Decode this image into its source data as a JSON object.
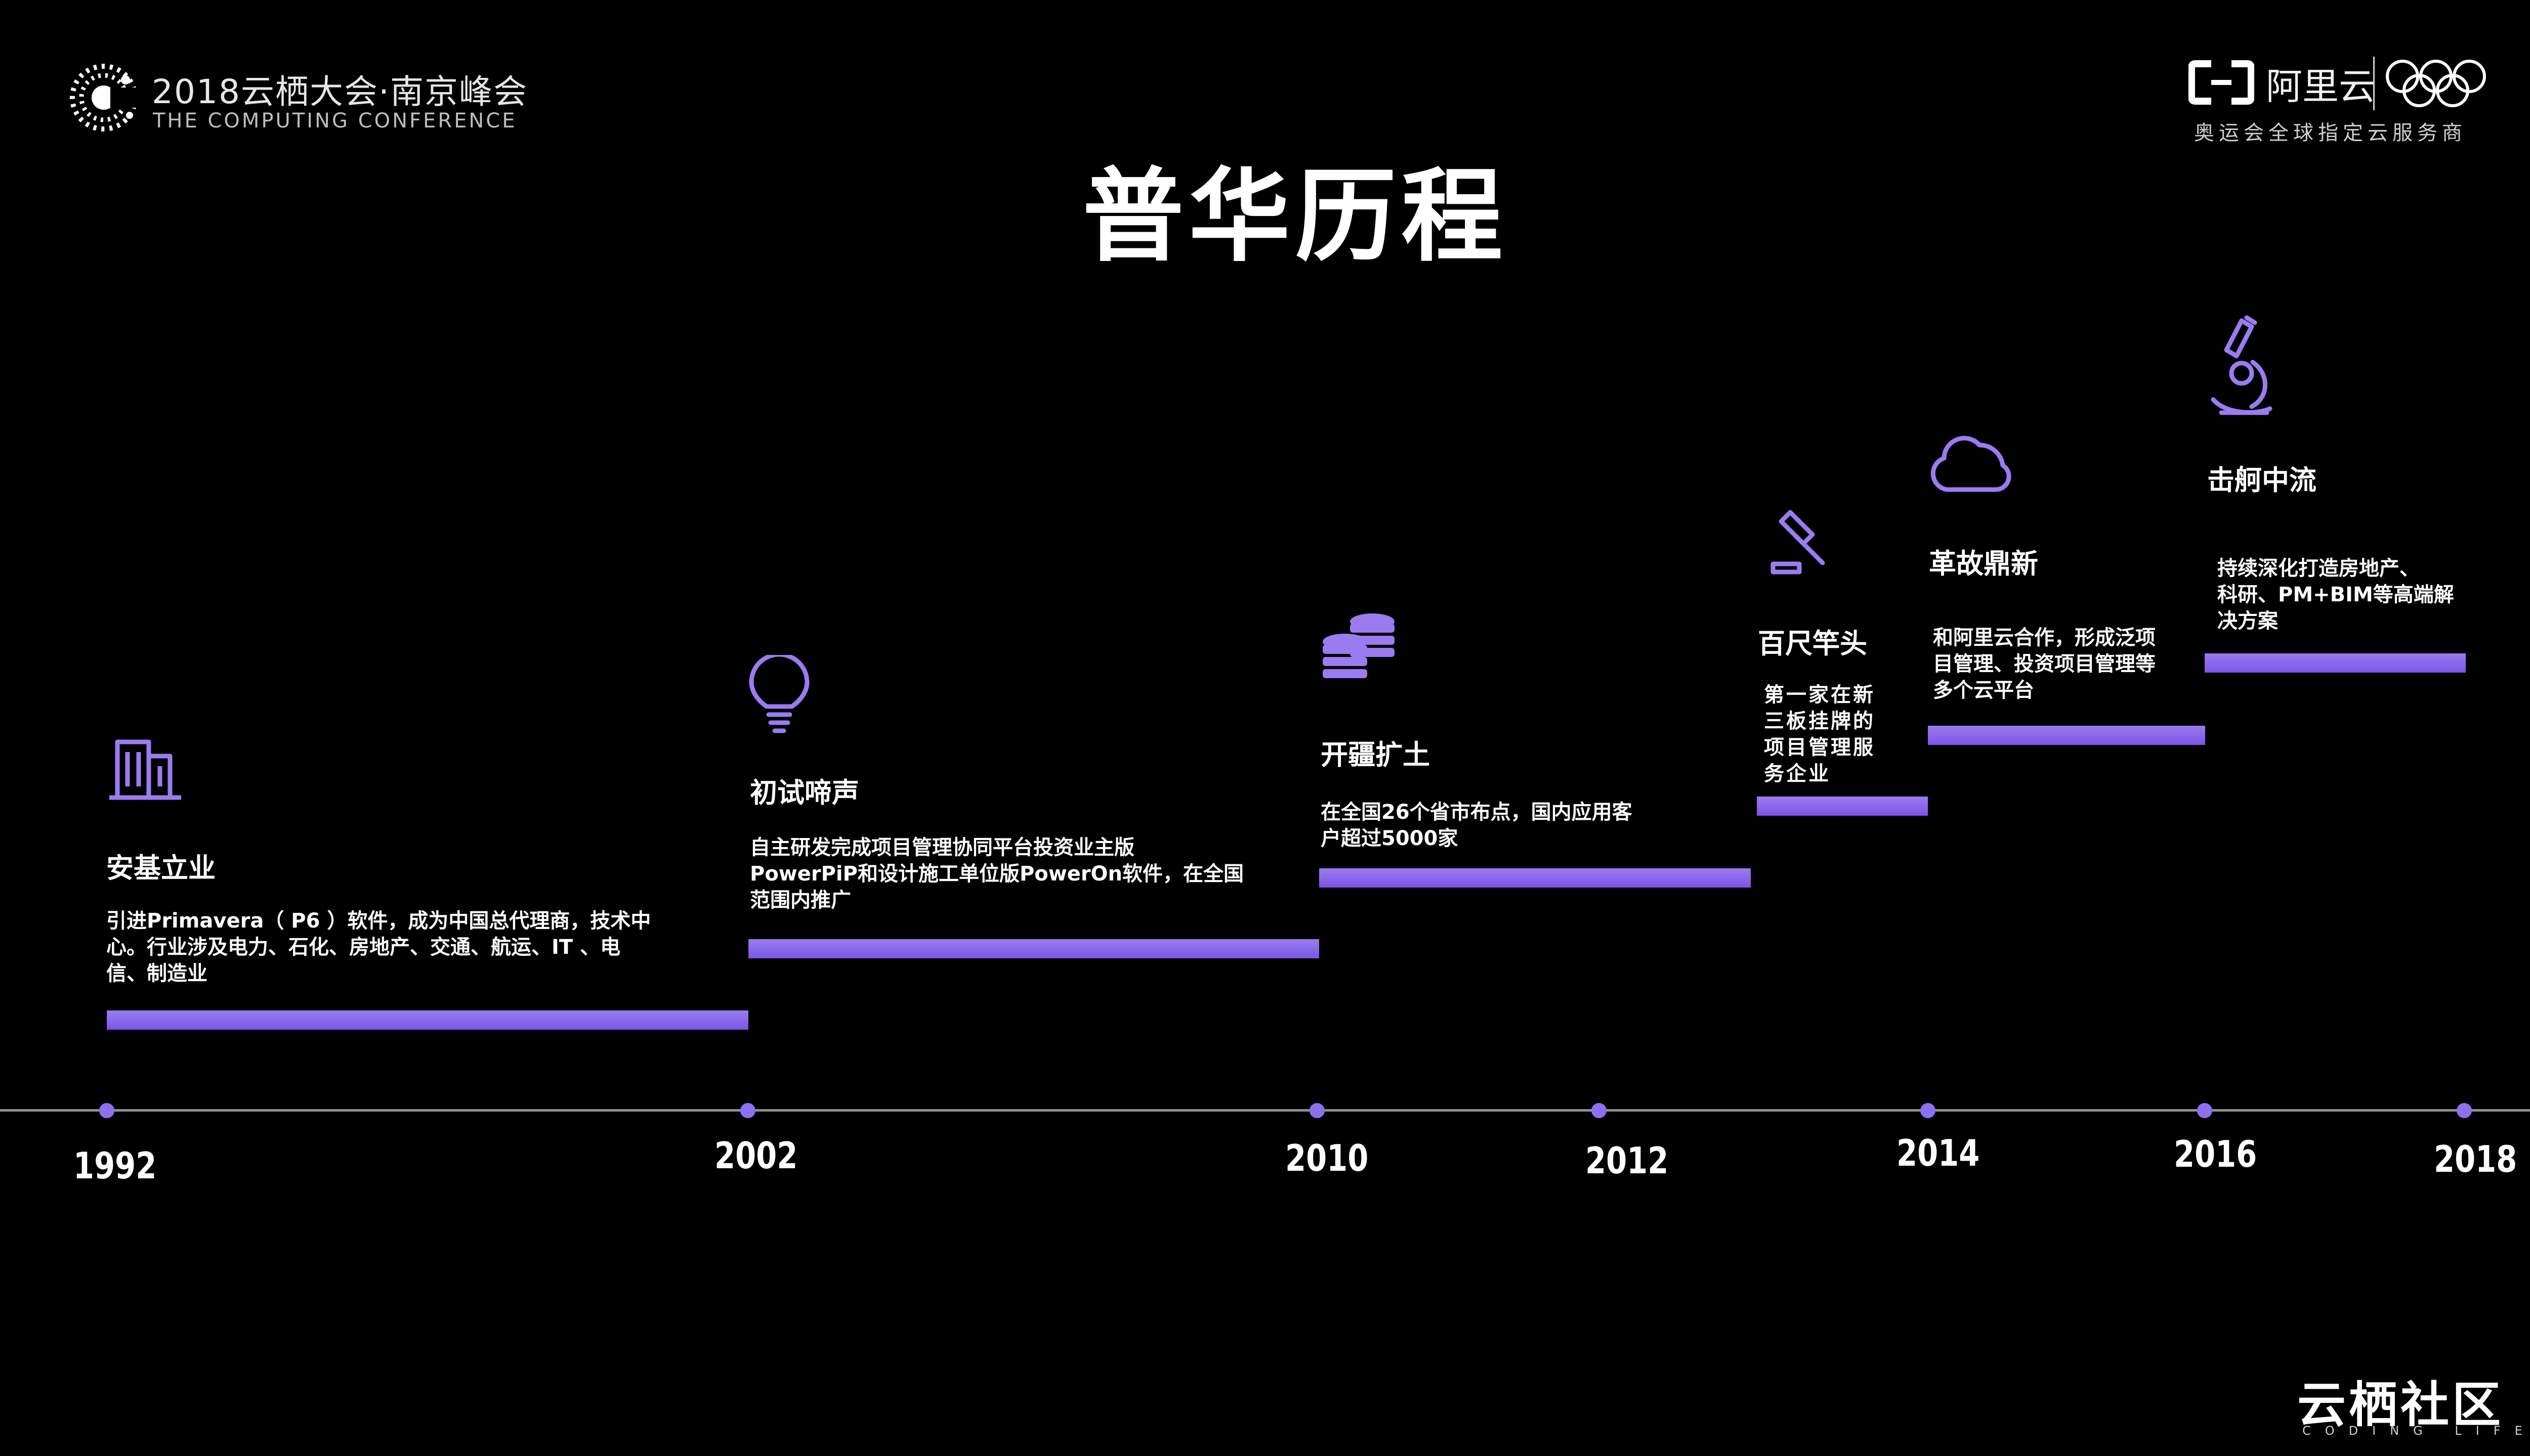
{
  "header": {
    "event_title": "2018云栖大会·南京峰会",
    "event_subtitle": "THE COMPUTING CONFERENCE",
    "page_title": "普华历程",
    "partner_name": "阿里云",
    "partner_tagline": "奥运会全球指定云服务商"
  },
  "milestones": [
    {
      "icon": "building-icon",
      "title": "安基立业",
      "desc": [
        "引进Primavera（ P6 ）软件，成为中国总代理商，技术中",
        "心。行业涉及电力、石化、房地产、交通、航运、IT 、电",
        "信、制造业"
      ]
    },
    {
      "icon": "lightbulb-icon",
      "title": "初试啼声",
      "desc": [
        "自主研发完成项目管理协同平台投资业主版",
        "PowerPiP和设计施工单位版PowerOn软件，在全国",
        "范围内推广"
      ]
    },
    {
      "icon": "coins-icon",
      "title": "开疆扩土",
      "desc": [
        "在全国26个省市布点，国内应用客",
        "户超过5000家"
      ]
    },
    {
      "icon": "gavel-icon",
      "title": "百尺竿头",
      "desc": [
        "第一家在新",
        "三板挂牌的",
        "项目管理服",
        "务企业"
      ]
    },
    {
      "icon": "cloud-icon",
      "title": "革故鼎新",
      "desc": [
        "和阿里云合作，形成泛项",
        "目管理、投资项目管理等",
        "多个云平台"
      ]
    },
    {
      "icon": "microscope-icon",
      "title": "击舸中流",
      "desc": [
        "持续深化打造房地产、",
        "科研、PM+BIM等高端解",
        "决方案"
      ]
    }
  ],
  "timeline": {
    "years": [
      "1992",
      "2002",
      "2010",
      "2012",
      "2014",
      "2016",
      "2018"
    ]
  },
  "footer": {
    "community_name": "云栖社区",
    "community_tagline": "CODING LIFE"
  },
  "colors": {
    "accent": "#8e6ff0",
    "background": "#000000",
    "axis": "#8f8f8f"
  }
}
